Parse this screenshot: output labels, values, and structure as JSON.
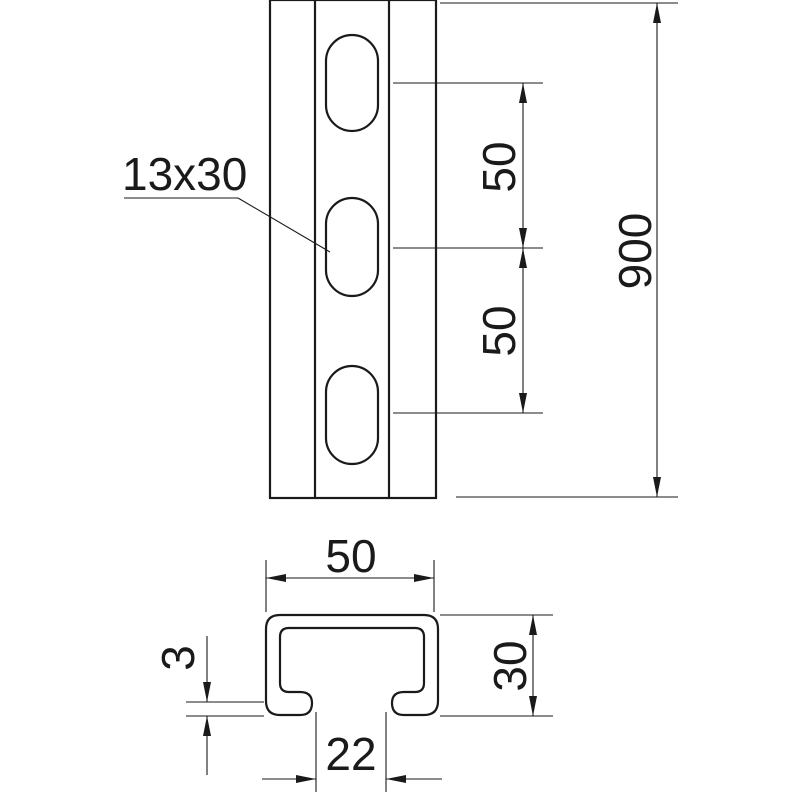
{
  "drawing": {
    "slot_label": "13x30",
    "slot_pitch_upper": "50",
    "slot_pitch_lower": "50",
    "rail_length": "900",
    "profile_width": "50",
    "profile_height": "30",
    "wall_thickness": "3",
    "slot_opening": "22"
  }
}
